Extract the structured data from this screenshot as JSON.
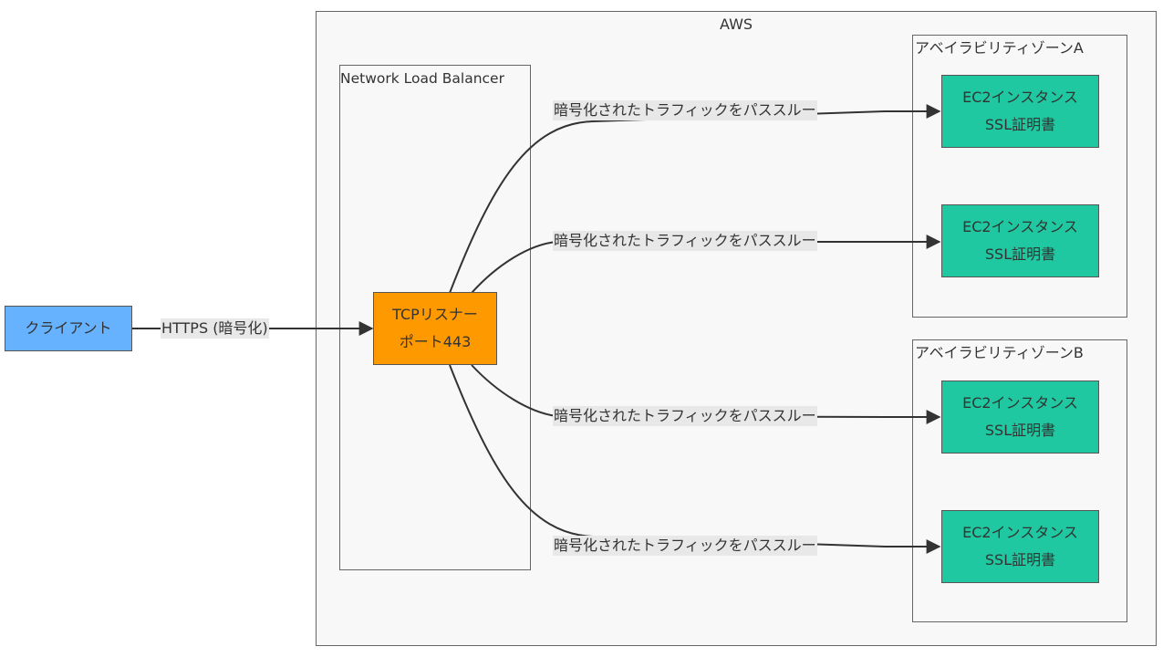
{
  "colors": {
    "client": "#66b2ff",
    "listener": "#ff9900",
    "ec2": "#1fc8a0",
    "cluster_bg": "#f8f8f8",
    "edge": "#333333",
    "edge_label_bg": "#e8e8e8"
  },
  "clusters": {
    "aws": {
      "label": "AWS"
    },
    "nlb": {
      "label": "Network Load Balancer"
    },
    "az_a": {
      "label": "アベイラビリティゾーンA"
    },
    "az_b": {
      "label": "アベイラビリティゾーンB"
    }
  },
  "nodes": {
    "client": {
      "label": "クライアント"
    },
    "listener": {
      "line1": "TCPリスナー",
      "line2": "ポート443"
    },
    "ec2": [
      {
        "line1": "EC2インスタンス",
        "line2": "SSL証明書",
        "zone": "A"
      },
      {
        "line1": "EC2インスタンス",
        "line2": "SSL証明書",
        "zone": "A"
      },
      {
        "line1": "EC2インスタンス",
        "line2": "SSL証明書",
        "zone": "B"
      },
      {
        "line1": "EC2インスタンス",
        "line2": "SSL証明書",
        "zone": "B"
      }
    ]
  },
  "edges": {
    "client_to_listener": {
      "label": "HTTPS (暗号化)"
    },
    "listener_to_ec2": [
      {
        "label": "暗号化されたトラフィックをパススルー"
      },
      {
        "label": "暗号化されたトラフィックをパススルー"
      },
      {
        "label": "暗号化されたトラフィックをパススルー"
      },
      {
        "label": "暗号化されたトラフィックをパススルー"
      }
    ]
  }
}
